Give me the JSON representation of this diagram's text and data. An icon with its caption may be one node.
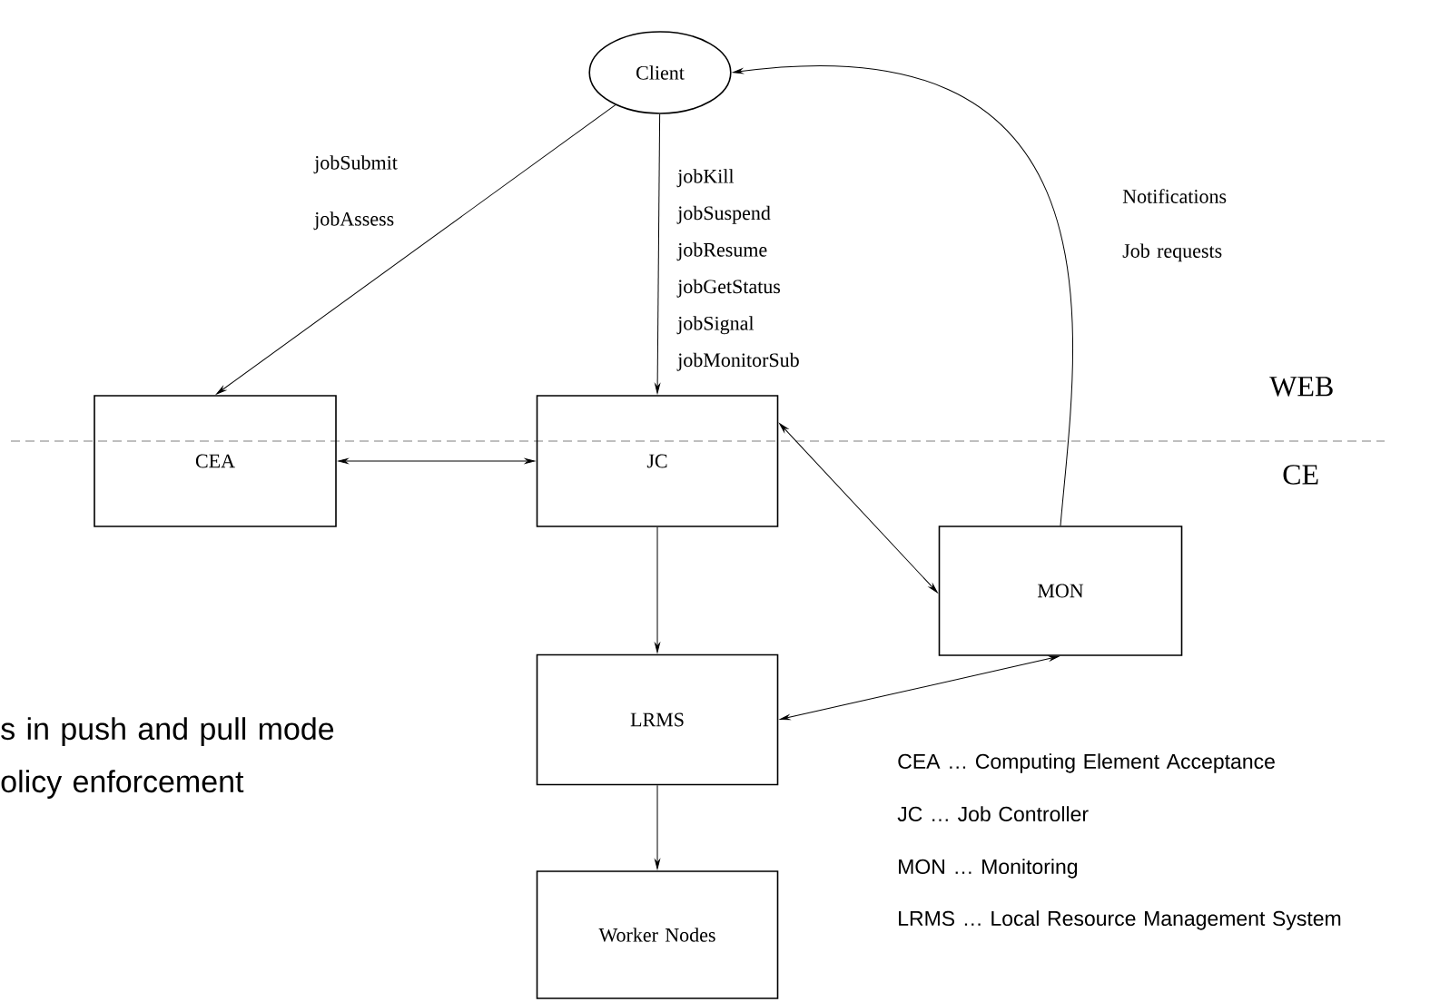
{
  "diagram": {
    "nodes": [
      {
        "text": [
          "Client"
        ]
      },
      {
        "text": [
          "CEA"
        ]
      },
      {
        "text": [
          "JC"
        ]
      },
      {
        "text": [
          "MON"
        ]
      },
      {
        "text": [
          "LRMS"
        ]
      },
      {
        "text": [
          "Worker Nodes"
        ]
      }
    ],
    "edges": [
      {
        "from": 0,
        "to": 1,
        "arrow": "to",
        "label": "jobSubmit jobAssess"
      },
      {
        "from": 0,
        "to": 2,
        "arrow": "to",
        "label": "jobKill jobSuspend jobResume jobGetStatus jobSignal jobMonitorSub"
      },
      {
        "from": 1,
        "to": 2,
        "arrow": "both"
      },
      {
        "from": 2,
        "to": 3,
        "arrow": "both"
      },
      {
        "from": 3,
        "to": 0,
        "arrow": "to",
        "label": "Notifications Job requests"
      },
      {
        "from": 2,
        "to": 4,
        "arrow": "to"
      },
      {
        "from": 3,
        "to": 4,
        "arrow": "both"
      },
      {
        "from": 4,
        "to": 5,
        "arrow": "to"
      }
    ],
    "labels": [
      "WEB",
      "CE",
      "s in push and pull mode",
      "olicy enforcement",
      "CEA … Computing Element Acceptance",
      "JC … Job Controller",
      "MON … Monitoring",
      "LRMS … Local Resource Management System"
    ]
  }
}
